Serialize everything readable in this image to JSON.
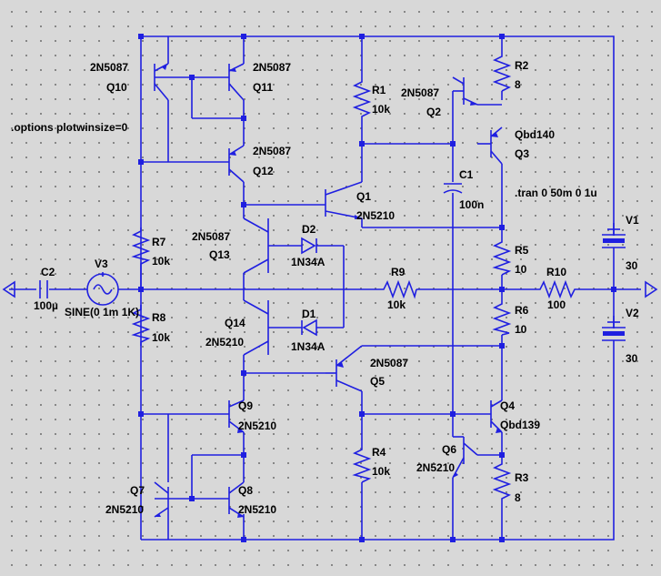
{
  "directives": {
    "options": ".options plotwinsize=0",
    "tran": ".tran 0 50m 0 1u"
  },
  "components": {
    "Q10": {
      "ref": "Q10",
      "model": "2N5087"
    },
    "Q11": {
      "ref": "Q11",
      "model": "2N5087"
    },
    "Q12": {
      "ref": "Q12",
      "model": "2N5087"
    },
    "Q13": {
      "ref": "Q13",
      "model": "2N5087"
    },
    "Q14": {
      "ref": "Q14",
      "model": "2N5210"
    },
    "Q9": {
      "ref": "Q9",
      "model": "2N5210"
    },
    "Q7": {
      "ref": "Q7",
      "model": "2N5210"
    },
    "Q8": {
      "ref": "Q8",
      "model": "2N5210"
    },
    "Q1": {
      "ref": "Q1",
      "model": "2N5210"
    },
    "Q5": {
      "ref": "Q5",
      "model": "2N5087"
    },
    "Q6": {
      "ref": "Q6",
      "model": "2N5210"
    },
    "Q2": {
      "ref": "Q2",
      "model": "2N5087"
    },
    "Q3": {
      "ref": "Q3",
      "model": "Qbd140"
    },
    "Q4": {
      "ref": "Q4",
      "model": "Qbd139"
    },
    "R1": {
      "ref": "R1",
      "value": "10k"
    },
    "R2": {
      "ref": "R2",
      "value": "8"
    },
    "R3": {
      "ref": "R3",
      "value": "8"
    },
    "R4": {
      "ref": "R4",
      "value": "10k"
    },
    "R5": {
      "ref": "R5",
      "value": "10"
    },
    "R6": {
      "ref": "R6",
      "value": "10"
    },
    "R7": {
      "ref": "R7",
      "value": "10k"
    },
    "R8": {
      "ref": "R8",
      "value": "10k"
    },
    "R9": {
      "ref": "R9",
      "value": "10k"
    },
    "R10": {
      "ref": "R10",
      "value": "100"
    },
    "C1": {
      "ref": "C1",
      "value": "100n"
    },
    "C2": {
      "ref": "C2",
      "value": "100µ"
    },
    "D1": {
      "ref": "D1",
      "model": "1N34A"
    },
    "D2": {
      "ref": "D2",
      "model": "1N34A"
    },
    "V1": {
      "ref": "V1",
      "value": "30"
    },
    "V2": {
      "ref": "V2",
      "value": "30"
    },
    "V3": {
      "ref": "V3",
      "value": "SINE(0 1m 1K)"
    }
  },
  "colors": {
    "wire": "#1f1fe0",
    "background": "#d8d8d8",
    "grid_dot": "#7a7a7a",
    "text": "#000000"
  }
}
